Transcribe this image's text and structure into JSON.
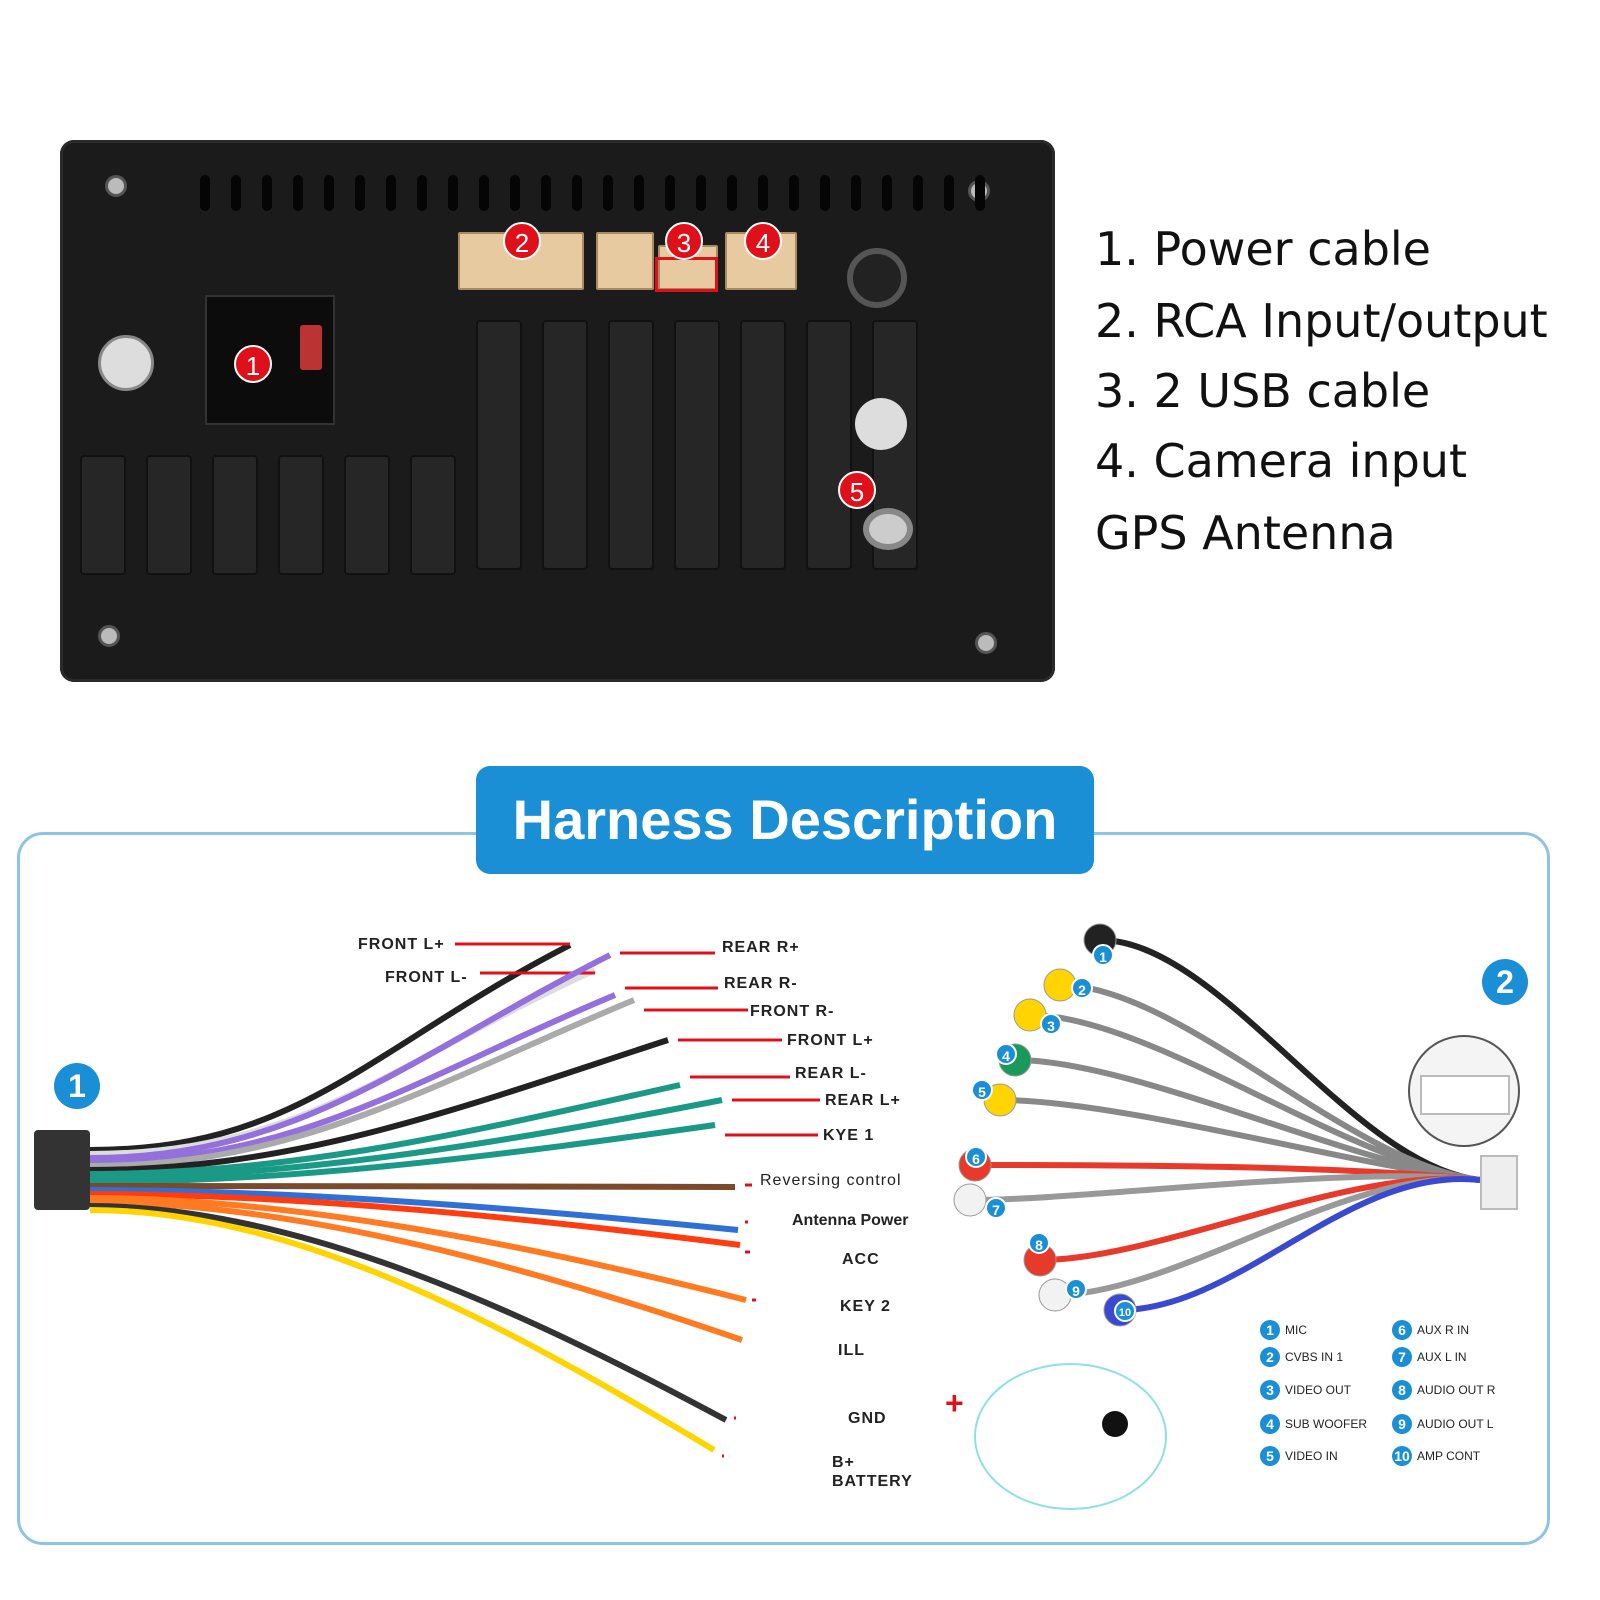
{
  "device": {
    "badges": [
      "1",
      "2",
      "3",
      "4",
      "5"
    ]
  },
  "specs": [
    "1. Power cable",
    "2. RCA Input/output",
    "3. 2 USB cable",
    "4. Camera input",
    "GPS Antenna"
  ],
  "harness": {
    "title": "Harness Description",
    "section1_number": "1",
    "section2_number": "2",
    "wire_labels": [
      "FRONT L+",
      "FRONT L-",
      "REAR R+",
      "REAR R-",
      "FRONT R-",
      "FRONT L+",
      "REAR L-",
      "REAR L+",
      "KYE 1",
      "Reversing control",
      "Antenna Power",
      "ACC",
      "KEY 2",
      "ILL",
      "GND",
      "B+",
      "BATTERY"
    ],
    "plus_sign": "+",
    "rca_numbers": [
      "1",
      "2",
      "3",
      "4",
      "5",
      "6",
      "7",
      "8",
      "9",
      "10"
    ],
    "legend": [
      {
        "num": "1",
        "label": "MIC"
      },
      {
        "num": "2",
        "label": "CVBS IN 1"
      },
      {
        "num": "3",
        "label": "VIDEO OUT"
      },
      {
        "num": "4",
        "label": "SUB WOOFER"
      },
      {
        "num": "5",
        "label": "VIDEO IN"
      },
      {
        "num": "6",
        "label": "AUX R IN"
      },
      {
        "num": "7",
        "label": "AUX L IN"
      },
      {
        "num": "8",
        "label": "AUDIO OUT R"
      },
      {
        "num": "9",
        "label": "AUDIO OUT L"
      },
      {
        "num": "10",
        "label": "AMP CONT"
      }
    ]
  },
  "colors": {
    "accent": "#1a8fd6",
    "badge_red": "#e0101a",
    "frame": "#8cc4e6"
  }
}
